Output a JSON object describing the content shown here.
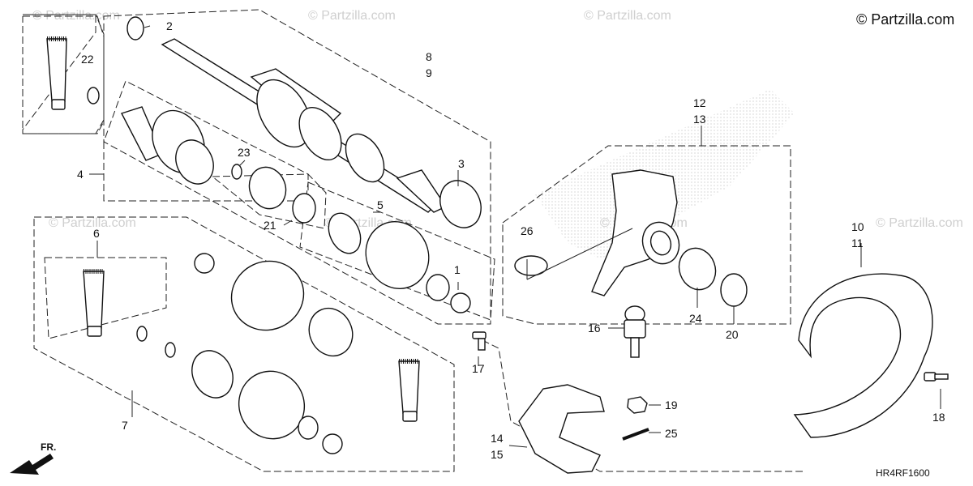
{
  "copyright": "© Partzilla.com",
  "watermark": "© Partzilla.com",
  "diagram_code": "HR4RF1600",
  "direction_marker": "FR.",
  "callouts": {
    "c1": "1",
    "c2": "2",
    "c3": "3",
    "c4": "4",
    "c5": "5",
    "c6": "6",
    "c7": "7",
    "c8": "8",
    "c9": "9",
    "c10": "10",
    "c11": "11",
    "c12": "12",
    "c13": "13",
    "c14": "14",
    "c15": "15",
    "c16": "16",
    "c17": "17",
    "c18": "18",
    "c19": "19",
    "c20": "20",
    "c21": "21",
    "c22": "22",
    "c23": "23",
    "c24": "24",
    "c25": "25",
    "c26": "26"
  }
}
